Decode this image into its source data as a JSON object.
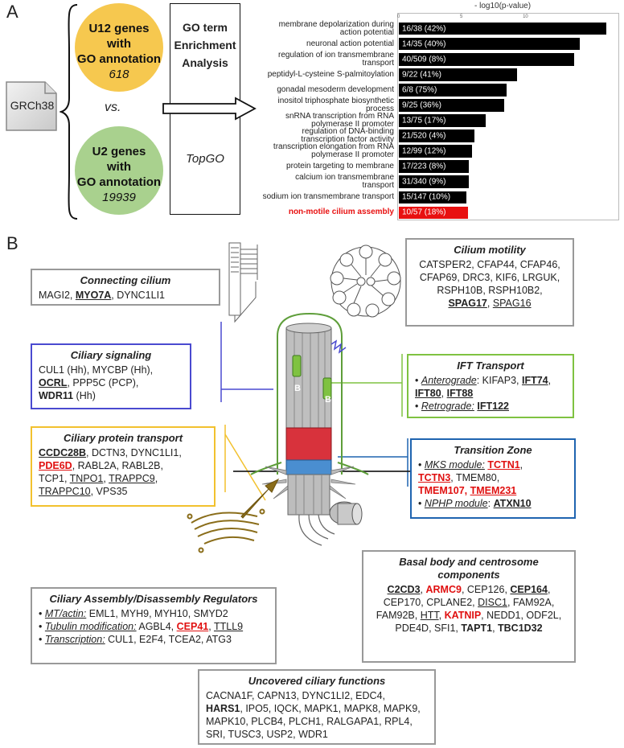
{
  "panel_a": {
    "letter": "A",
    "genome": "GRCh38",
    "u12": {
      "line1": "U12 genes",
      "line2": "with",
      "line3": "GO annotation",
      "count": "618"
    },
    "vs": "vs.",
    "u2": {
      "line1": "U2 genes",
      "line2": "with",
      "line3": "GO annotation",
      "count": "19939"
    },
    "method": {
      "line1": "GO term",
      "line2": "Enrichment",
      "line3": "Analysis",
      "tool": "TopGO"
    },
    "chart_data": {
      "type": "bar",
      "xlabel": "- log10(p-value)",
      "ticks": [
        "0",
        "5",
        "10"
      ],
      "categories": [
        [
          "membrane depolarization during",
          "action potential"
        ],
        [
          "neuronal action potential"
        ],
        [
          "regulation of ion transmembrane",
          "transport"
        ],
        [
          "peptidyl-L-cysteine S-palmitoylation"
        ],
        [
          "gonadal mesoderm development"
        ],
        [
          "inositol triphosphate biosynthetic",
          "process"
        ],
        [
          "snRNA transcription from RNA",
          "polymerase II promoter"
        ],
        [
          "regulation of DNA-binding",
          "transcription factor activity"
        ],
        [
          "transcription elongation from RNA",
          "polymerase II promoter"
        ],
        [
          "protein targeting to membrane"
        ],
        [
          "calcium ion transmembrane",
          "transport"
        ],
        [
          "sodium ion transmembrane transport"
        ],
        [
          "non-motile cilium assembly"
        ]
      ],
      "values": [
        16.5,
        14.4,
        14.0,
        9.4,
        8.6,
        8.4,
        6.9,
        6.0,
        5.8,
        5.6,
        5.6,
        5.4,
        5.5
      ],
      "bar_labels": [
        "16/38 (42%)",
        "14/35 (40%)",
        "40/509 (8%)",
        "9/22 (41%)",
        "6/8 (75%)",
        "9/25 (36%)",
        "13/75 (17%)",
        "21/520 (4%)",
        "12/99 (12%)",
        "17/223 (8%)",
        "31/340 (9%)",
        "15/147 (10%)",
        "10/57 (18%)"
      ],
      "highlight_index": 12,
      "colors": {
        "bar": "#000000",
        "highlight": "#e81010"
      },
      "xlim": [
        0,
        17.3
      ]
    }
  },
  "panel_b": {
    "letter": "B",
    "connecting": {
      "title": "Connecting cilium",
      "g1": "MAGI2, ",
      "g2": "MYO7A",
      "g3": ", DYNC1LI1"
    },
    "motility": {
      "title": "Cilium motility",
      "l1": "CATSPER2, CFAP44, CFAP46,",
      "l2": "CFAP69, DRC3, KIF6, LRGUK,",
      "l3": "RSPH10B, RSPH10B2,",
      "g1": "SPAG17",
      "g2": ", ",
      "g3": "SPAG16"
    },
    "signaling": {
      "title": "Ciliary signaling",
      "l1": "CUL1 (Hh), MYCBP (Hh),",
      "g1": "OCRL",
      "g2": ", PPP5C (PCP),",
      "g3": "WDR11",
      "g4": " (Hh)"
    },
    "ift": {
      "title": "IFT Transport",
      "bullet": "•",
      "ant": "Anterograde",
      "ant2": ": KIFAP3, ",
      "g1": "IFT74",
      "comma": ",",
      "g2": "IFT80",
      "g3": ", ",
      "g4": "IFT88",
      "ret": "Retrograde:",
      "g5": "IFT122"
    },
    "transport": {
      "title": "Ciliary protein transport",
      "g1": "CCDC28B",
      "g2": ", DCTN3, DYNC1LI1,",
      "g3": "PDE6D",
      "g4": ", RABL2A, RABL2B,",
      "g5": "TCP1, ",
      "g6": "TNPO1",
      "g7": ", ",
      "g8": "TRAPPC9",
      "g9": ",",
      "g10": "TRAPPC10",
      "g11": ", VPS35"
    },
    "tz": {
      "title": "Transition Zone",
      "bullet": "•",
      "mks": "MKS module:",
      "g1": "TCTN1",
      "comma": ",",
      "g2": "TCTN3",
      "g3": ", TMEM80,",
      "g4": "TMEM107",
      "g5": ", ",
      "g6": "TMEM231",
      "nphp": "NPHP module",
      "colon": ": ",
      "g7": "ATXN10"
    },
    "basal": {
      "title1": "Basal body and centrosome",
      "title2": "components",
      "g1": "C2CD3",
      "g2": ", ",
      "g3": "ARMC9",
      "g4": ", CEP126, ",
      "g5": "CEP164",
      "g6": ",",
      "g7": "CEP170, CPLANE2, ",
      "g8": "DISC1",
      "g9": ", FAM92A,",
      "g10": "FAM92B, ",
      "g11": "HTT",
      "g12": ", ",
      "g13": "KATNIP",
      "g14": ", NEDD1, ODF2L,",
      "g15": "PDE4D, SFI1, ",
      "g16": "TAPT1",
      "g17": ", ",
      "g18": "TBC1D32"
    },
    "assembly": {
      "title": "Ciliary Assembly/Disassembly Regulators",
      "bullet": "•",
      "mt": "MT/actin:",
      "mt2": " EML1, MYH9, MYH10, SMYD2",
      "tub": "Tubulin modification:",
      "tub2": " AGBL4, ",
      "g1": "CEP41",
      "g2": ", ",
      "g3": "TTLL9",
      "tr": "Transcription:",
      "tr2": " CUL1, E2F4, TCEA2, ATG3"
    },
    "uncovered": {
      "title": "Uncovered ciliary functions",
      "l1": "CACNA1F, CAPN13, DYNC1LI2, EDC4,",
      "g1": "HARS1",
      "l2": ", IPO5, IQCK, MAPK1, MAPK8, MAPK9,",
      "l3": "MAPK10, PLCB4, PLCH1, RALGAPA1, RPL4,",
      "l4": "SRI, TUSC3, USP2, WDR1"
    },
    "colors": {
      "signaling": "#4a4ad0",
      "ift": "#7fc241",
      "transport": "#f2c12e",
      "tz": "#1f64b0",
      "grey": "#999999",
      "red": "#e01010"
    },
    "ift_mark": "B"
  }
}
